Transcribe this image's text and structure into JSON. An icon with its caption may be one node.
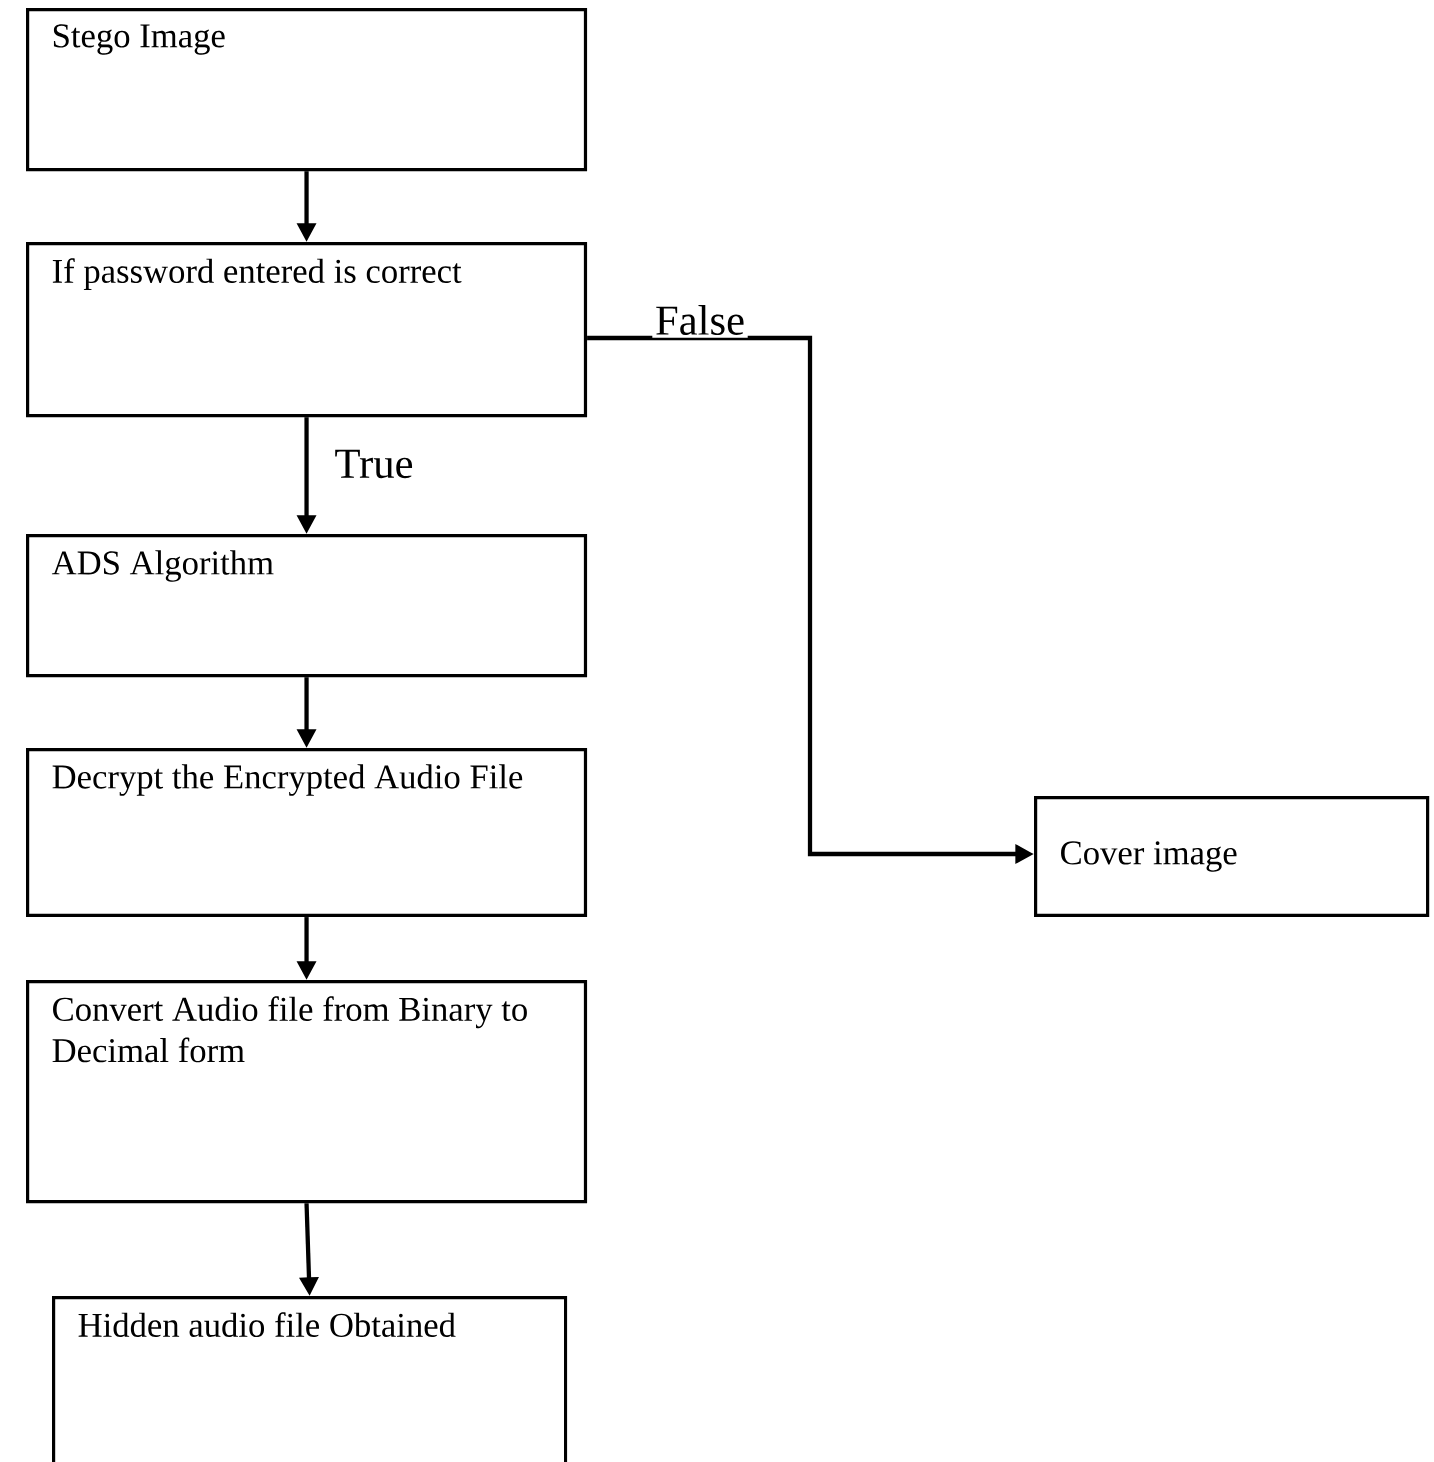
{
  "diagram": {
    "nodes": [
      {
        "text": [
          "Stego Image"
        ]
      },
      {
        "text": [
          "If password entered is correct"
        ]
      },
      {
        "text": [
          "ADS Algorithm"
        ]
      },
      {
        "text": [
          "Decrypt the Encrypted Audio File"
        ]
      },
      {
        "text": [
          "Convert Audio file from Binary to Decimal form"
        ]
      },
      {
        "text": [
          "Hidden audio file Obtained"
        ]
      },
      {
        "text": [
          "Cover image"
        ]
      }
    ],
    "edges": [
      {
        "from": 0,
        "to": 1,
        "arrow": "to"
      },
      {
        "from": 1,
        "to": 2,
        "arrow": "to",
        "label": "True"
      },
      {
        "from": 2,
        "to": 3,
        "arrow": "to"
      },
      {
        "from": 3,
        "to": 4,
        "arrow": "to"
      },
      {
        "from": 4,
        "to": 5,
        "arrow": "to"
      },
      {
        "from": 1,
        "to": 6,
        "arrow": "to",
        "label": "False"
      }
    ]
  }
}
